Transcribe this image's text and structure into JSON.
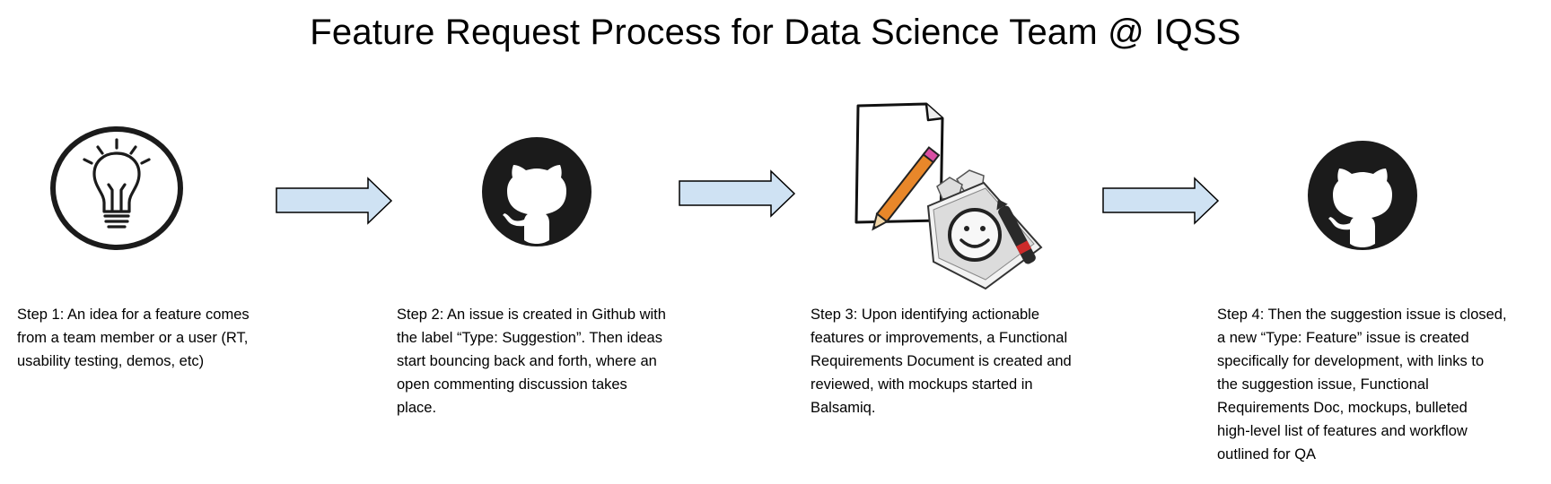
{
  "title": "Feature Request Process for Data Science Team @ IQSS",
  "colors": {
    "arrow_fill": "#cfe2f3",
    "arrow_stroke": "#000000",
    "icon_dark": "#1b1b1b"
  },
  "steps": [
    {
      "icon": "lightbulb-icon",
      "lines": [
        "Step 1: An idea for a feature comes",
        "from a team member or a user (RT,",
        "usability testing, demos, etc)"
      ]
    },
    {
      "icon": "github-icon",
      "lines": [
        "Step 2: An issue is created in Github with",
        "the label “Type: Suggestion”. Then ideas",
        "start bouncing back and forth, where an",
        "open commenting discussion takes",
        "place."
      ]
    },
    {
      "icon": "document-pencil-balsamiq-icon",
      "lines": [
        "Step 3: Upon identifying actionable",
        "features or improvements, a Functional",
        "Requirements Document is created and",
        "reviewed, with mockups started in",
        "Balsamiq."
      ]
    },
    {
      "icon": "github-icon",
      "lines": [
        "Step 4: Then the suggestion issue is closed,",
        "a new “Type: Feature” issue is created",
        "specifically for development, with links to",
        "the suggestion issue, Functional",
        "Requirements Doc, mockups, bulleted",
        "high-level list of features and workflow",
        "outlined for QA"
      ]
    }
  ]
}
